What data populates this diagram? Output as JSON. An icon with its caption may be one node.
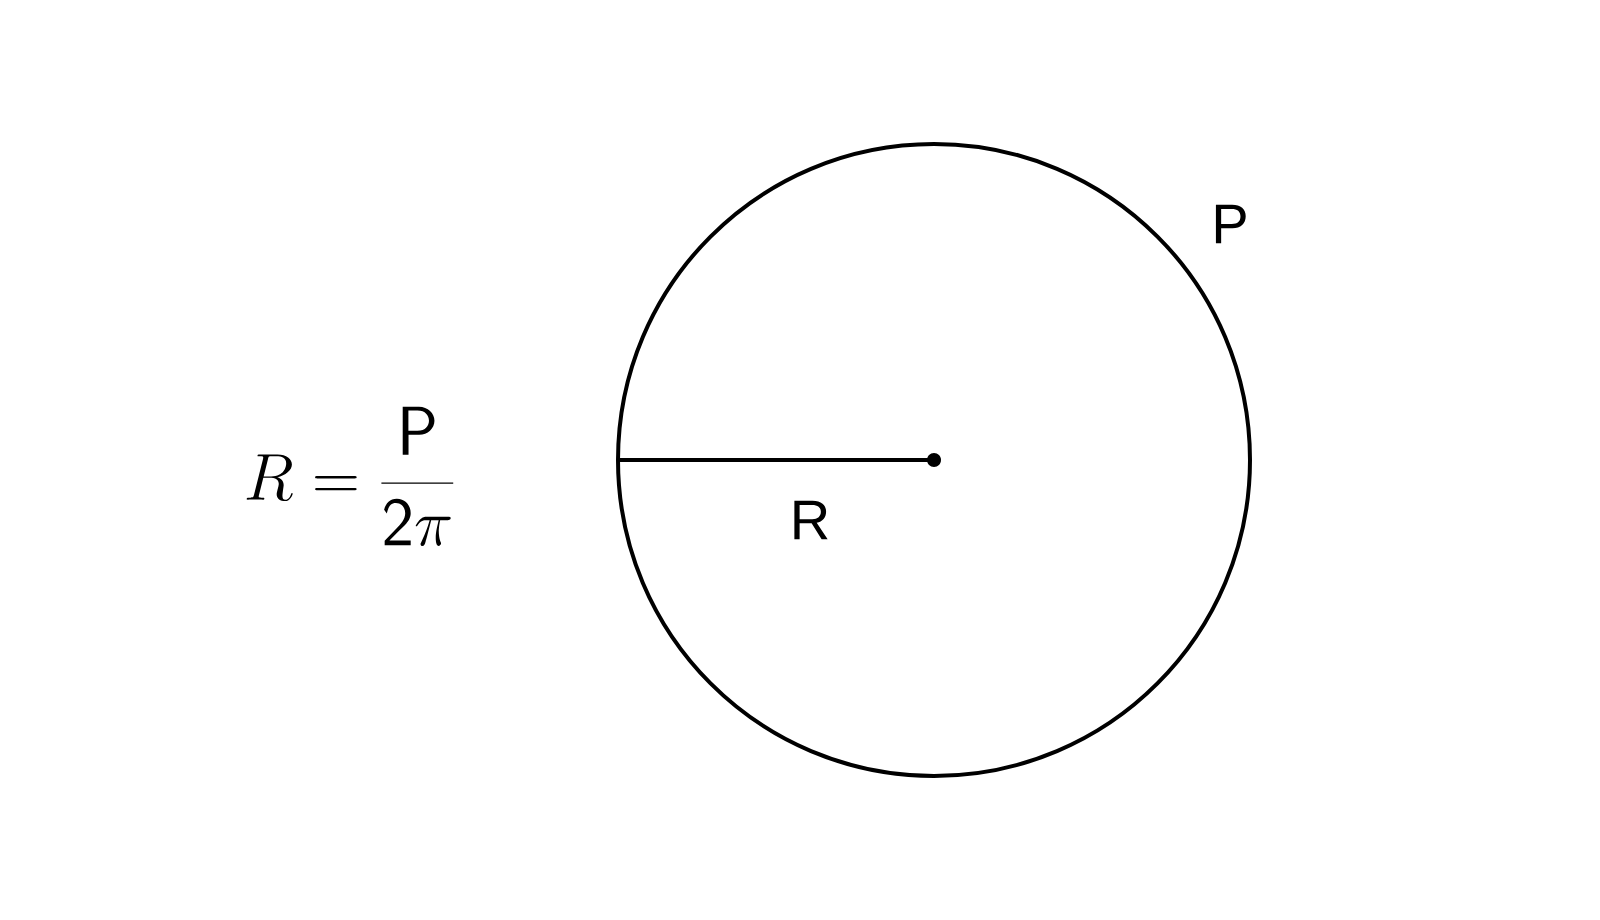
{
  "diagram": {
    "labels": [
      "P",
      "R = \\frac{\\mathsf{P}}{\\mathsf{2}\\pi}",
      "R"
    ]
  }
}
